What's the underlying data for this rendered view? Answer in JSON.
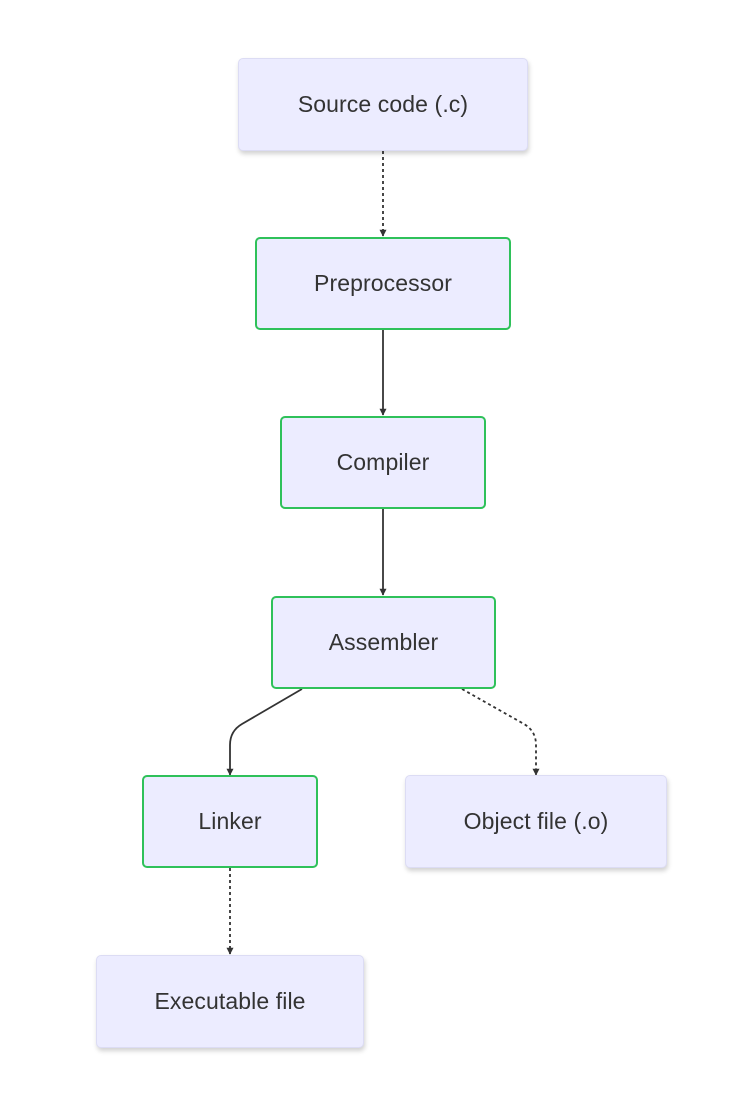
{
  "diagram": {
    "type": "flowchart",
    "direction": "top-to-bottom",
    "colors": {
      "node_fill": "#ececff",
      "stage_border": "#2fc15a",
      "edge": "#333333",
      "text": "#333333"
    },
    "nodes": {
      "source": {
        "label": "Source code (.c)",
        "style": "plain"
      },
      "preprocessor": {
        "label": "Preprocessor",
        "style": "stage"
      },
      "compiler": {
        "label": "Compiler",
        "style": "stage"
      },
      "assembler": {
        "label": "Assembler",
        "style": "stage"
      },
      "linker": {
        "label": "Linker",
        "style": "stage"
      },
      "object": {
        "label": "Object file (.o)",
        "style": "plain"
      },
      "executable": {
        "label": "Executable file",
        "style": "plain"
      }
    },
    "edges": [
      {
        "from": "source",
        "to": "preprocessor",
        "line": "dotted"
      },
      {
        "from": "preprocessor",
        "to": "compiler",
        "line": "solid"
      },
      {
        "from": "compiler",
        "to": "assembler",
        "line": "solid"
      },
      {
        "from": "assembler",
        "to": "linker",
        "line": "solid"
      },
      {
        "from": "assembler",
        "to": "object",
        "line": "dotted"
      },
      {
        "from": "linker",
        "to": "executable",
        "line": "dotted"
      }
    ]
  }
}
